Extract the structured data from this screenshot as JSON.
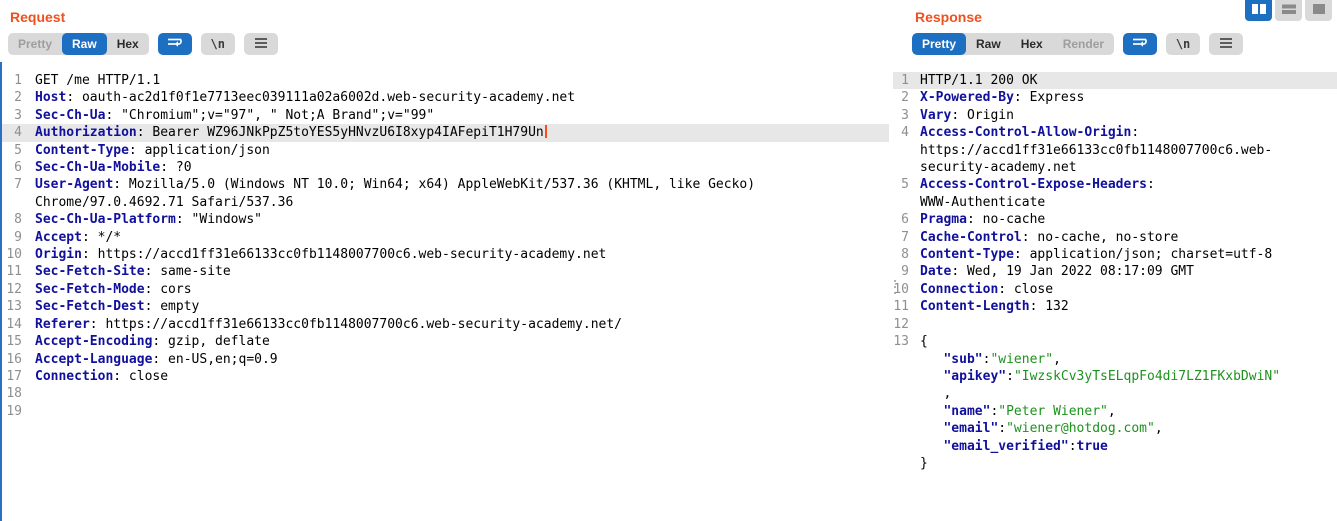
{
  "colors": {
    "accent_orange": "#f0501e",
    "accent_blue": "#1d6fc2",
    "header_name_navy": "#10109c",
    "json_string_green": "#1d921d",
    "selected_line_gray": "#e7e7e7"
  },
  "layout_buttons": [
    {
      "name": "columns",
      "active": true
    },
    {
      "name": "rows",
      "active": false
    },
    {
      "name": "single",
      "active": false
    }
  ],
  "icons": {
    "newline_label": "\\n",
    "wrap": "word-wrap-icon",
    "menu": "hamburger-menu-icon"
  },
  "request": {
    "title": "Request",
    "tabs": [
      {
        "label": "Pretty",
        "state": "disabled"
      },
      {
        "label": "Raw",
        "state": "active"
      },
      {
        "label": "Hex",
        "state": "normal"
      }
    ],
    "lines": [
      {
        "n": "1",
        "parts": [
          [
            "plain",
            "GET /me HTTP/1.1"
          ]
        ]
      },
      {
        "n": "2",
        "parts": [
          [
            "name",
            "Host"
          ],
          [
            "plain",
            ": oauth-ac2d1f0f1e7713eec039111a02a6002d.web-security-academy.net"
          ]
        ]
      },
      {
        "n": "3",
        "parts": [
          [
            "name",
            "Sec-Ch-Ua"
          ],
          [
            "plain",
            ": \"Chromium\";v=\"97\", \" Not;A Brand\";v=\"99\""
          ]
        ]
      },
      {
        "n": "4",
        "hl": true,
        "caret": true,
        "parts": [
          [
            "name",
            "Authorization"
          ],
          [
            "plain",
            ": Bearer WZ96JNkPpZ5toYES5yHNvzU6I8xyp4IAFepiT1H79Un"
          ]
        ]
      },
      {
        "n": "5",
        "parts": [
          [
            "name",
            "Content-Type"
          ],
          [
            "plain",
            ": application/json"
          ]
        ]
      },
      {
        "n": "6",
        "parts": [
          [
            "name",
            "Sec-Ch-Ua-Mobile"
          ],
          [
            "plain",
            ": ?0"
          ]
        ]
      },
      {
        "n": "7",
        "parts": [
          [
            "name",
            "User-Agent"
          ],
          [
            "plain",
            ": Mozilla/5.0 (Windows NT 10.0; Win64; x64) AppleWebKit/537.36 (KHTML, like Gecko)"
          ]
        ]
      },
      {
        "n": "",
        "parts": [
          [
            "plain",
            "Chrome/97.0.4692.71 Safari/537.36"
          ]
        ]
      },
      {
        "n": "8",
        "parts": [
          [
            "name",
            "Sec-Ch-Ua-Platform"
          ],
          [
            "plain",
            ": \"Windows\""
          ]
        ]
      },
      {
        "n": "9",
        "parts": [
          [
            "name",
            "Accept"
          ],
          [
            "plain",
            ": */*"
          ]
        ]
      },
      {
        "n": "10",
        "parts": [
          [
            "name",
            "Origin"
          ],
          [
            "plain",
            ": https://accd1ff31e66133cc0fb1148007700c6.web-security-academy.net"
          ]
        ]
      },
      {
        "n": "11",
        "parts": [
          [
            "name",
            "Sec-Fetch-Site"
          ],
          [
            "plain",
            ": same-site"
          ]
        ]
      },
      {
        "n": "12",
        "parts": [
          [
            "name",
            "Sec-Fetch-Mode"
          ],
          [
            "plain",
            ": cors"
          ]
        ]
      },
      {
        "n": "13",
        "parts": [
          [
            "name",
            "Sec-Fetch-Dest"
          ],
          [
            "plain",
            ": empty"
          ]
        ]
      },
      {
        "n": "14",
        "parts": [
          [
            "name",
            "Referer"
          ],
          [
            "plain",
            ": https://accd1ff31e66133cc0fb1148007700c6.web-security-academy.net/"
          ]
        ]
      },
      {
        "n": "15",
        "parts": [
          [
            "name",
            "Accept-Encoding"
          ],
          [
            "plain",
            ": gzip, deflate"
          ]
        ]
      },
      {
        "n": "16",
        "parts": [
          [
            "name",
            "Accept-Language"
          ],
          [
            "plain",
            ": en-US,en;q=0.9"
          ]
        ]
      },
      {
        "n": "17",
        "parts": [
          [
            "name",
            "Connection"
          ],
          [
            "plain",
            ": close"
          ]
        ]
      },
      {
        "n": "18",
        "parts": []
      },
      {
        "n": "19",
        "parts": []
      }
    ]
  },
  "response": {
    "title": "Response",
    "tabs": [
      {
        "label": "Pretty",
        "state": "active"
      },
      {
        "label": "Raw",
        "state": "normal"
      },
      {
        "label": "Hex",
        "state": "normal"
      },
      {
        "label": "Render",
        "state": "disabled"
      }
    ],
    "lines": [
      {
        "n": "1",
        "hl": true,
        "parts": [
          [
            "plain",
            "HTTP/1.1 200 OK"
          ]
        ]
      },
      {
        "n": "2",
        "parts": [
          [
            "name",
            "X-Powered-By"
          ],
          [
            "plain",
            ": Express"
          ]
        ]
      },
      {
        "n": "3",
        "parts": [
          [
            "name",
            "Vary"
          ],
          [
            "plain",
            ": Origin"
          ]
        ]
      },
      {
        "n": "4",
        "parts": [
          [
            "name",
            "Access-Control-Allow-Origin"
          ],
          [
            "plain",
            ":"
          ]
        ]
      },
      {
        "n": "",
        "parts": [
          [
            "plain",
            "https://accd1ff31e66133cc0fb1148007700c6.web-"
          ]
        ]
      },
      {
        "n": "",
        "parts": [
          [
            "plain",
            "security-academy.net"
          ]
        ]
      },
      {
        "n": "5",
        "parts": [
          [
            "name",
            "Access-Control-Expose-Headers"
          ],
          [
            "plain",
            ":"
          ]
        ]
      },
      {
        "n": "",
        "parts": [
          [
            "plain",
            "WWW-Authenticate"
          ]
        ]
      },
      {
        "n": "6",
        "parts": [
          [
            "name",
            "Pragma"
          ],
          [
            "plain",
            ": no-cache"
          ]
        ]
      },
      {
        "n": "7",
        "parts": [
          [
            "name",
            "Cache-Control"
          ],
          [
            "plain",
            ": no-cache, no-store"
          ]
        ]
      },
      {
        "n": "8",
        "parts": [
          [
            "name",
            "Content-Type"
          ],
          [
            "plain",
            ": application/json; charset=utf-8"
          ]
        ]
      },
      {
        "n": "9",
        "parts": [
          [
            "name",
            "Date"
          ],
          [
            "plain",
            ": Wed, 19 Jan 2022 08:17:09 GMT"
          ]
        ]
      },
      {
        "n": "10",
        "parts": [
          [
            "name",
            "Connection"
          ],
          [
            "plain",
            ": close"
          ]
        ]
      },
      {
        "n": "11",
        "parts": [
          [
            "name",
            "Content-Length"
          ],
          [
            "plain",
            ": 132"
          ]
        ]
      },
      {
        "n": "12",
        "parts": []
      },
      {
        "n": "13",
        "parts": [
          [
            "plain",
            "{"
          ]
        ]
      },
      {
        "n": "",
        "parts": [
          [
            "plain",
            "   "
          ],
          [
            "key",
            "\"sub\""
          ],
          [
            "plain",
            ":"
          ],
          [
            "str",
            "\"wiener\""
          ],
          [
            "plain",
            ","
          ]
        ]
      },
      {
        "n": "",
        "parts": [
          [
            "plain",
            "   "
          ],
          [
            "key",
            "\"apikey\""
          ],
          [
            "plain",
            ":"
          ],
          [
            "str",
            "\"IwzskCv3yTsELqpFo4di7LZ1FKxbDwiN\""
          ]
        ]
      },
      {
        "n": "",
        "parts": [
          [
            "plain",
            "   ,"
          ]
        ]
      },
      {
        "n": "",
        "parts": [
          [
            "plain",
            "   "
          ],
          [
            "key",
            "\"name\""
          ],
          [
            "plain",
            ":"
          ],
          [
            "str",
            "\"Peter Wiener\""
          ],
          [
            "plain",
            ","
          ]
        ]
      },
      {
        "n": "",
        "parts": [
          [
            "plain",
            "   "
          ],
          [
            "key",
            "\"email\""
          ],
          [
            "plain",
            ":"
          ],
          [
            "str",
            "\"wiener@hotdog.com\""
          ],
          [
            "plain",
            ","
          ]
        ]
      },
      {
        "n": "",
        "parts": [
          [
            "plain",
            "   "
          ],
          [
            "key",
            "\"email_verified\""
          ],
          [
            "plain",
            ":"
          ],
          [
            "bool",
            "true"
          ]
        ]
      },
      {
        "n": "",
        "parts": [
          [
            "plain",
            "}"
          ]
        ]
      }
    ]
  }
}
